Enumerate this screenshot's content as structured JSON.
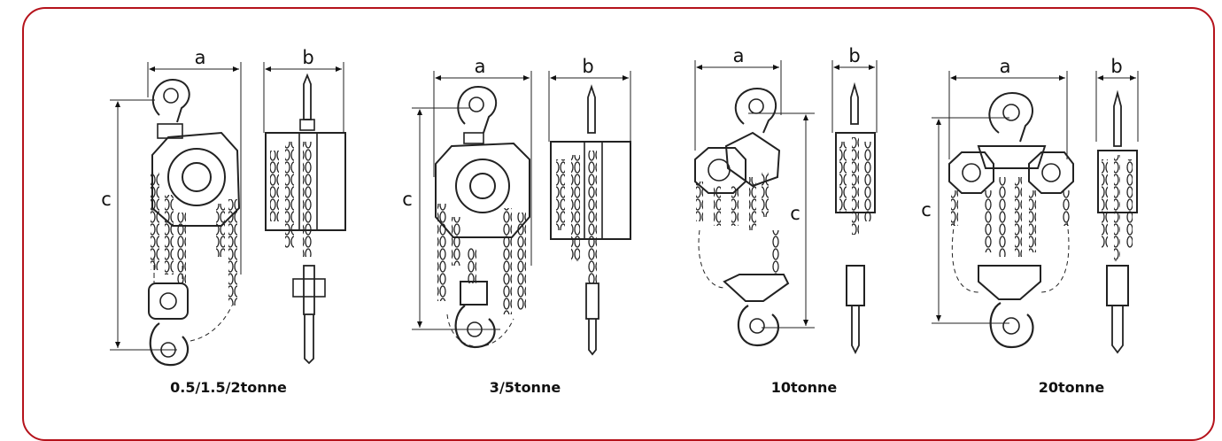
{
  "panel_color": "#b5121b",
  "models": [
    {
      "caption": "0.5/1.5/2tonne",
      "dims": {
        "a": "a",
        "b": "b",
        "c": "c"
      }
    },
    {
      "caption": "3/5tonne",
      "dims": {
        "a": "a",
        "b": "b",
        "c": "c"
      }
    },
    {
      "caption": "10tonne",
      "dims": {
        "a": "a",
        "b": "b",
        "c": "c"
      }
    },
    {
      "caption": "20tonne",
      "dims": {
        "a": "a",
        "b": "b",
        "c": "c"
      }
    }
  ]
}
